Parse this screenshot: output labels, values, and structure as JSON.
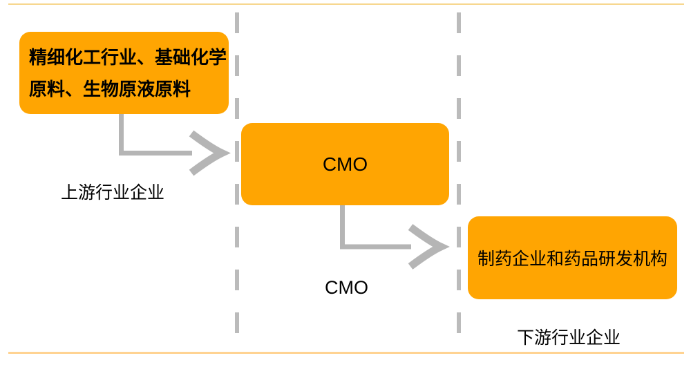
{
  "diagram": {
    "title": "CMO industry chain diagram",
    "colors": {
      "box_fill": "#FFA502",
      "top_rule": "#F7D78E",
      "bottom_rule": "#FFD392",
      "dashed_divider": "#BBBBBB",
      "arrow": "#B5B5B5",
      "text": "#000000"
    },
    "nodes": {
      "upstream_box": {
        "line1": "精细化工行业、基础化学",
        "line2": "原料、生物原液原料"
      },
      "cmo_box": {
        "label": "CMO"
      },
      "downstream_box": {
        "label": "制药企业和药品研发机构"
      }
    },
    "lane_labels": {
      "upstream": "上游行业企业",
      "cmo": "CMO",
      "downstream": "下游行业企业"
    }
  }
}
